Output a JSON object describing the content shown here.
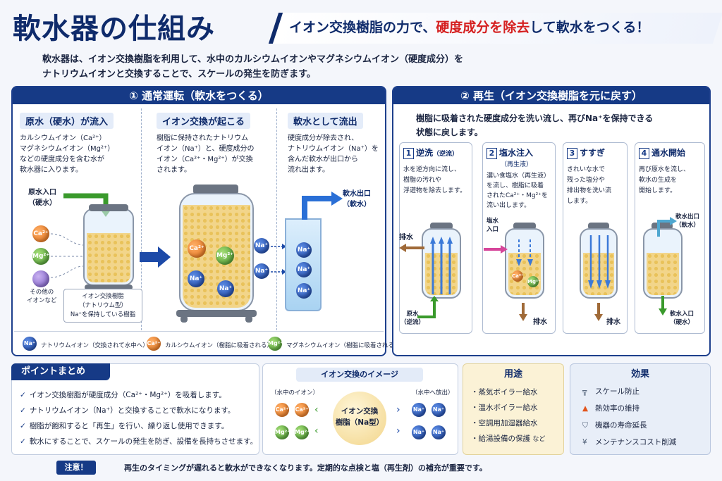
{
  "header": {
    "title": "軟水器の仕組み",
    "tagline_a": "イオン交換樹脂の力で、",
    "tagline_red": "硬度成分を除去",
    "tagline_b": "して軟水をつくる！"
  },
  "intro": {
    "line1": "軟水器は、イオン交換樹脂を利用して、水中のカルシウムイオンやマグネシウムイオン（硬度成分）を",
    "line2": "ナトリウムイオンと交換することで、スケールの発生を防ぎます。"
  },
  "panel1": {
    "title": "① 通常運転（軟水をつくる）",
    "step1": {
      "head": "原水（硬水）が流入",
      "lines": [
        "カルシウムイオン（Ca²⁺）",
        "マグネシウムイオン（Mg²⁺）",
        "などの硬度成分を含む水が",
        "軟水器に入ります。"
      ]
    },
    "step2": {
      "head": "イオン交換が起こる",
      "lines": [
        "樹脂に保持されたナトリウム",
        "イオン（Na⁺）と、硬度成分の",
        "イオン（Ca²⁺・Mg²⁺）が交換",
        "されます。"
      ]
    },
    "step3": {
      "head": "軟水として流出",
      "lines": [
        "硬度成分が除去され、",
        "ナトリウムイオン（Na⁺）を",
        "含んだ軟水が出口から",
        "流れ出ます。"
      ]
    },
    "inlet": [
      "原水入口",
      "（硬水）"
    ],
    "outlet": [
      "軟水出口",
      "（軟水）"
    ],
    "other_ions": [
      "その他の",
      "イオンなど"
    ],
    "resin_note": [
      "イオン交換樹脂",
      "（ナトリウム型）",
      "Na⁺を保持している樹脂"
    ],
    "ion_ca": "Ca²⁺",
    "ion_mg": "Mg²⁺",
    "ion_na": "Na⁺",
    "legend": [
      {
        "ion": "Na⁺",
        "text": "ナトリウムイオン（交換されて水中へ）"
      },
      {
        "ion": "Ca²⁺",
        "text": "カルシウムイオン（樹脂に吸着される）"
      },
      {
        "ion": "Mg²⁺",
        "text": "マグネシウムイオン（樹脂に吸着される）"
      }
    ]
  },
  "panel2": {
    "title": "② 再生（イオン交換樹脂を元に戻す）",
    "desc1": "樹脂に吸着された硬度成分を洗い流し、再びNa⁺を保持できる",
    "desc2": "状態に戻します。",
    "steps": [
      {
        "num": "1",
        "head": "逆洗",
        "sub": "（逆流）",
        "lines": [
          "水を逆方向に流し、",
          "樹脂の汚れや",
          "浮遊物を除去します。"
        ]
      },
      {
        "num": "2",
        "head": "塩水注入",
        "sub": "（再生液）",
        "lines": [
          "濃い食塩水（再生液）",
          "を流し、樹脂に吸着",
          "されたCa²⁺・Mg²⁺を",
          "流い出します。"
        ]
      },
      {
        "num": "3",
        "head": "すすぎ",
        "sub": "",
        "lines": [
          "きれいな水で",
          "残った塩分や",
          "排出物を洗い流",
          "します。"
        ]
      },
      {
        "num": "4",
        "head": "通水開始",
        "sub": "",
        "lines": [
          "再び原水を流し、",
          "軟水の生成を",
          "開始します。"
        ]
      }
    ],
    "labels": {
      "drain": "排水",
      "raw_back": [
        "原水",
        "（逆流）"
      ],
      "brine_in": [
        "塩水",
        "入口"
      ],
      "drain2": "排水",
      "drain3": "排水",
      "soft_out": [
        "軟水出口",
        "（軟水）"
      ],
      "raw_in": [
        "軟水入口",
        "（硬水）"
      ]
    }
  },
  "points": {
    "title": "ポイントまとめ",
    "items": [
      "イオン交換樹脂が硬度成分（Ca²⁺・Mg²⁺）を吸着します。",
      "ナトリウムイオン（Na⁺）と交換することで軟水になります。",
      "樹脂が飽和すると「再生」を行い、繰り返し使用できます。",
      "軟水にすることで、スケールの発生を防ぎ、設備を長持ちさせます。"
    ]
  },
  "image": {
    "title": "イオン交換のイメージ",
    "left": "（水中のイオン）",
    "right": "（水中へ放出）",
    "center": [
      "イオン交換",
      "樹脂（Na型）"
    ]
  },
  "uses": {
    "title": "用途",
    "items": [
      "蒸気ボイラー給水",
      "温水ボイラー給水",
      "空調用加湿器給水",
      "給湯設備の保護"
    ],
    "suffix": "など"
  },
  "effects": {
    "title": "効果",
    "items": [
      {
        "icon": "pipe-icon",
        "text": "スケール防止"
      },
      {
        "icon": "flame-icon",
        "text": "熱効率の維持"
      },
      {
        "icon": "shield-icon",
        "text": "機器の寿命延長"
      },
      {
        "icon": "yen-icon",
        "text": "メンテナンスコスト削減"
      }
    ]
  },
  "notice": {
    "label": "注意！",
    "text": "再生のタイミングが遅れると軟水ができなくなります。定期的な点検と塩（再生剤）の補充が重要です。"
  }
}
